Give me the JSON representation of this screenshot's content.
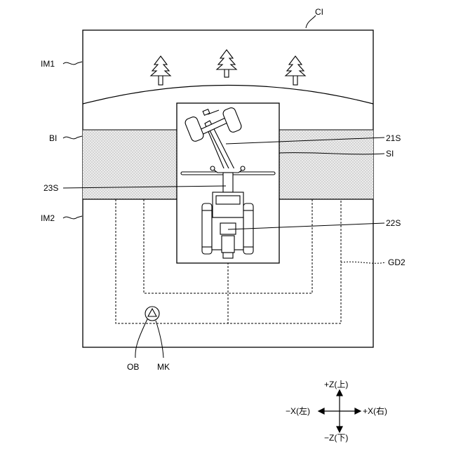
{
  "labels": {
    "ci": "CI",
    "im1": "IM1",
    "bi": "BI",
    "im2": "IM2",
    "s21": "21S",
    "si": "SI",
    "s23": "23S",
    "s22": "22S",
    "gd2": "GD2",
    "ob": "OB",
    "mk": "MK"
  },
  "axes": {
    "plus_z": "+Z(上)",
    "minus_z": "−Z(下)",
    "plus_x": "+X(右)",
    "minus_x": "−X(左)"
  },
  "colors": {
    "line": "#000000",
    "band": "#e6e6e6"
  }
}
